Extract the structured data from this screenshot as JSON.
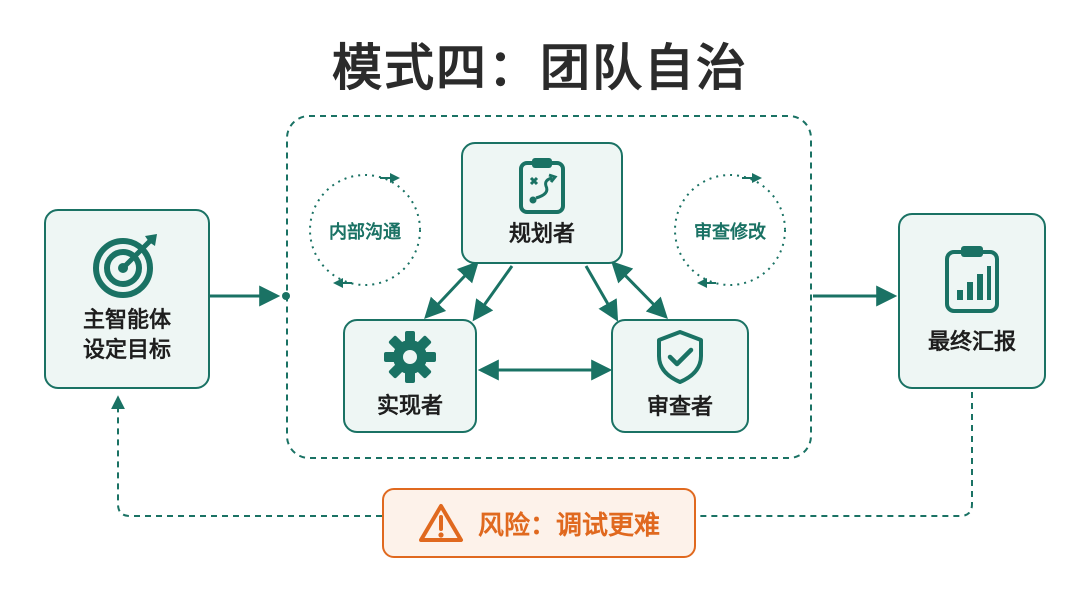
{
  "title": "模式四：团队自治",
  "nodes": {
    "main_agent": {
      "label_line1": "主智能体",
      "label_line2": "设定目标",
      "icon": "target-icon"
    },
    "planner": {
      "label": "规划者",
      "icon": "clipboard-plan-icon"
    },
    "implementer": {
      "label": "实现者",
      "icon": "gear-icon"
    },
    "reviewer": {
      "label": "审查者",
      "icon": "shield-check-icon"
    },
    "final_report": {
      "label": "最终汇报",
      "icon": "clipboard-chart-icon"
    }
  },
  "loops": {
    "internal": "内部沟通",
    "review": "审查修改"
  },
  "risk": {
    "label": "风险：调试更难",
    "icon": "warning-icon"
  },
  "colors": {
    "teal": "#1a7264",
    "node_fill": "#eef6f4",
    "risk_orange": "#e0691f",
    "risk_fill": "#fdf2ea",
    "title": "#2b2b2b"
  }
}
